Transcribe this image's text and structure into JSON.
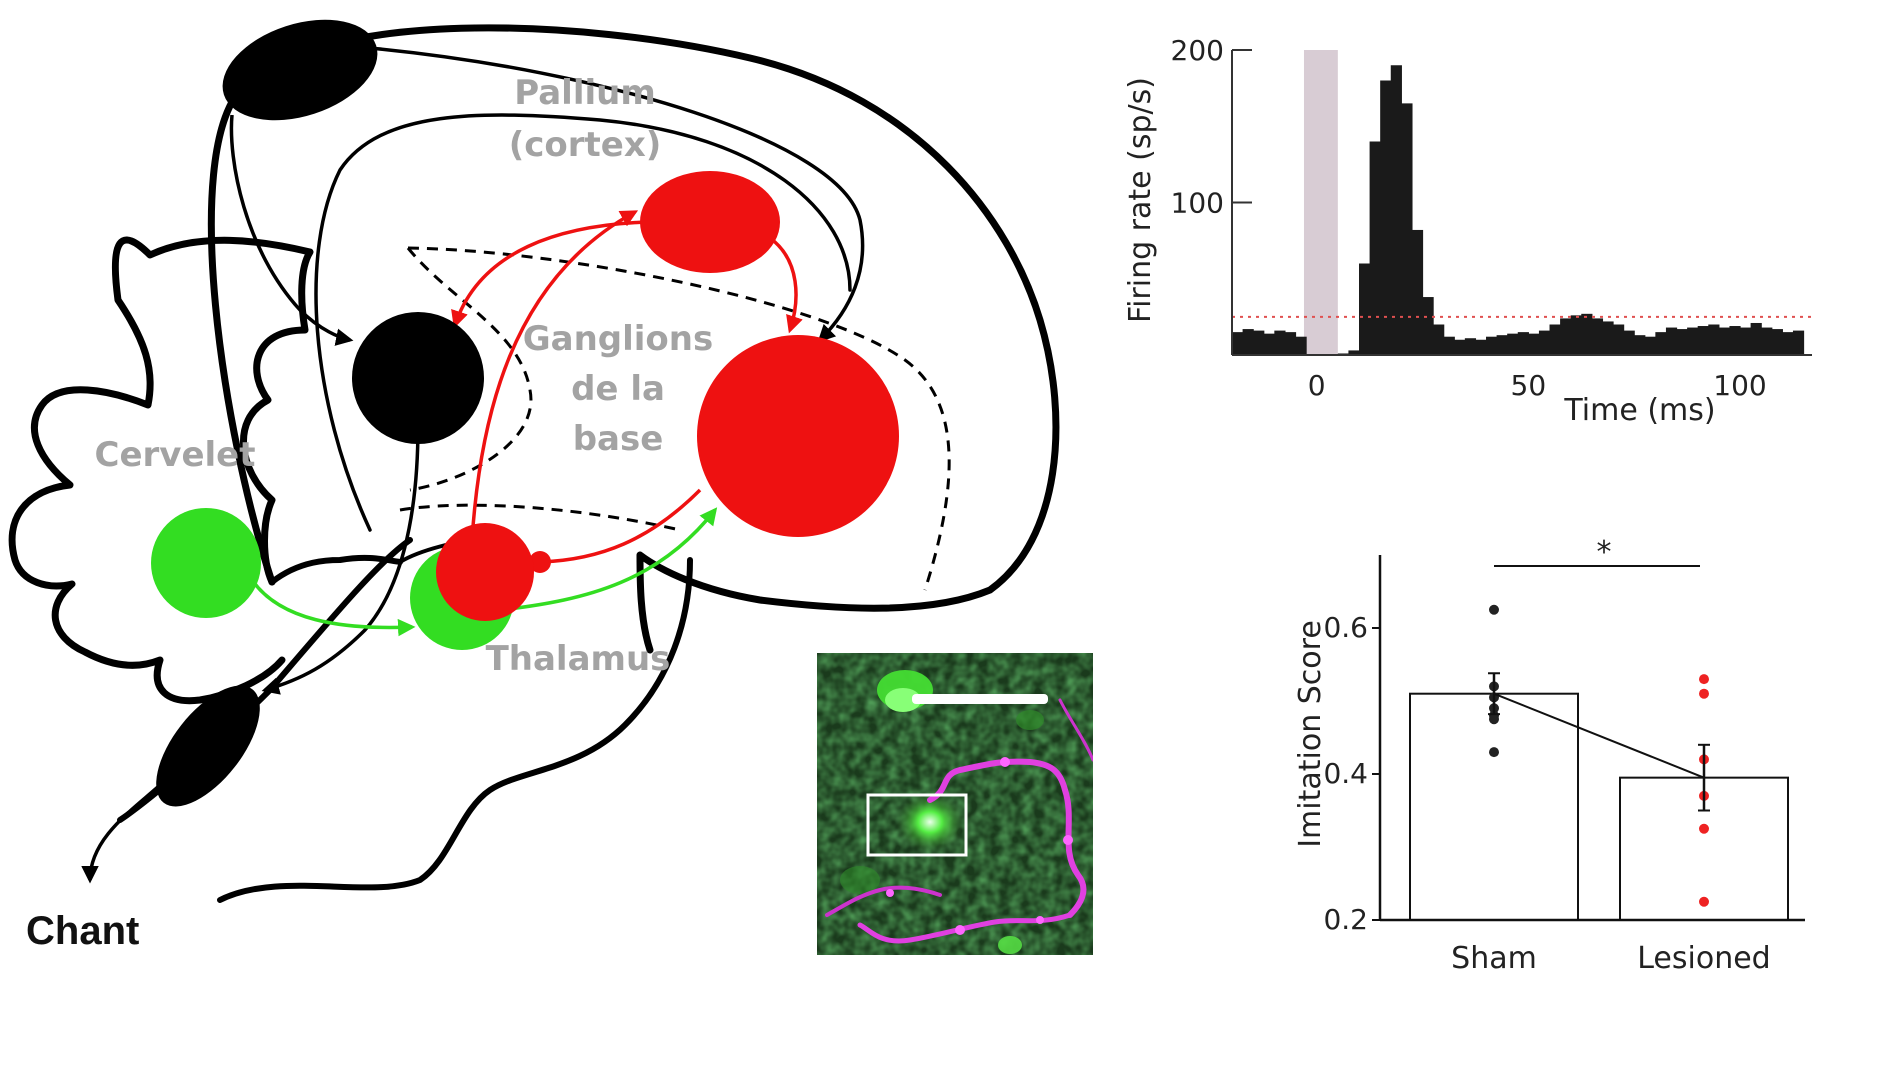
{
  "diagram": {
    "labels": {
      "pallium_line1": "Pallium",
      "pallium_line2": "(cortex)",
      "ganglions_line1": "Ganglions",
      "ganglions_line2": "de la",
      "ganglions_line3": "base",
      "cervelet": "Cervelet",
      "thalamus": "Thalamus",
      "chant": "Chant"
    },
    "colors": {
      "red": "#ee1111",
      "green": "#33dd22",
      "black": "#000000",
      "label_gray": "#a3a3a3"
    }
  },
  "chart_data": [
    {
      "type": "bar",
      "subtype": "histogram",
      "xlabel": "Time (ms)",
      "ylabel": "Firing rate (sp/s)",
      "x_ticks": [
        0,
        50,
        100
      ],
      "y_ticks": [
        100,
        200
      ],
      "xlim": [
        -20,
        117
      ],
      "ylim": [
        0,
        200
      ],
      "stimulus_window": [
        -3,
        5
      ],
      "bin_width": 2.5,
      "baseline": 25,
      "bins": [
        {
          "x": -20,
          "y": 15
        },
        {
          "x": -17.5,
          "y": 17
        },
        {
          "x": -15,
          "y": 16
        },
        {
          "x": -12.5,
          "y": 14
        },
        {
          "x": -10,
          "y": 16
        },
        {
          "x": -7.5,
          "y": 15
        },
        {
          "x": -5,
          "y": 12
        },
        {
          "x": 5,
          "y": 1
        },
        {
          "x": 7.5,
          "y": 3
        },
        {
          "x": 10,
          "y": 60
        },
        {
          "x": 12.5,
          "y": 140
        },
        {
          "x": 15,
          "y": 180
        },
        {
          "x": 17.5,
          "y": 190
        },
        {
          "x": 20,
          "y": 165
        },
        {
          "x": 22.5,
          "y": 82
        },
        {
          "x": 25,
          "y": 38
        },
        {
          "x": 27.5,
          "y": 20
        },
        {
          "x": 30,
          "y": 12
        },
        {
          "x": 32.5,
          "y": 10
        },
        {
          "x": 35,
          "y": 11
        },
        {
          "x": 37.5,
          "y": 10
        },
        {
          "x": 40,
          "y": 12
        },
        {
          "x": 42.5,
          "y": 13
        },
        {
          "x": 45,
          "y": 14
        },
        {
          "x": 47.5,
          "y": 15
        },
        {
          "x": 50,
          "y": 14
        },
        {
          "x": 52.5,
          "y": 16
        },
        {
          "x": 55,
          "y": 20
        },
        {
          "x": 57.5,
          "y": 24
        },
        {
          "x": 60,
          "y": 26
        },
        {
          "x": 62.5,
          "y": 27
        },
        {
          "x": 65,
          "y": 24
        },
        {
          "x": 67.5,
          "y": 22
        },
        {
          "x": 70,
          "y": 20
        },
        {
          "x": 72.5,
          "y": 16
        },
        {
          "x": 75,
          "y": 13
        },
        {
          "x": 77.5,
          "y": 12
        },
        {
          "x": 80,
          "y": 15
        },
        {
          "x": 82.5,
          "y": 18
        },
        {
          "x": 85,
          "y": 17
        },
        {
          "x": 87.5,
          "y": 18
        },
        {
          "x": 90,
          "y": 19
        },
        {
          "x": 92.5,
          "y": 20
        },
        {
          "x": 95,
          "y": 18
        },
        {
          "x": 97.5,
          "y": 19
        },
        {
          "x": 100,
          "y": 18
        },
        {
          "x": 102.5,
          "y": 21
        },
        {
          "x": 105,
          "y": 18
        },
        {
          "x": 107.5,
          "y": 17
        },
        {
          "x": 110,
          "y": 15
        },
        {
          "x": 112.5,
          "y": 16
        }
      ]
    },
    {
      "type": "bar",
      "categories": [
        "Sham",
        "Lesioned"
      ],
      "values": [
        0.51,
        0.395
      ],
      "errors": [
        0.028,
        0.045
      ],
      "ylabel": "Imitation Score",
      "y_ticks": [
        0.2,
        0.4,
        0.6
      ],
      "ylim": [
        0.2,
        0.7
      ],
      "significance": "*",
      "points": {
        "Sham": [
          0.625,
          0.52,
          0.505,
          0.49,
          0.48,
          0.475,
          0.43
        ],
        "Lesioned": [
          0.53,
          0.51,
          0.42,
          0.37,
          0.325,
          0.225
        ]
      },
      "point_colors": {
        "Sham": "#222222",
        "Lesioned": "#ee2222"
      }
    }
  ]
}
